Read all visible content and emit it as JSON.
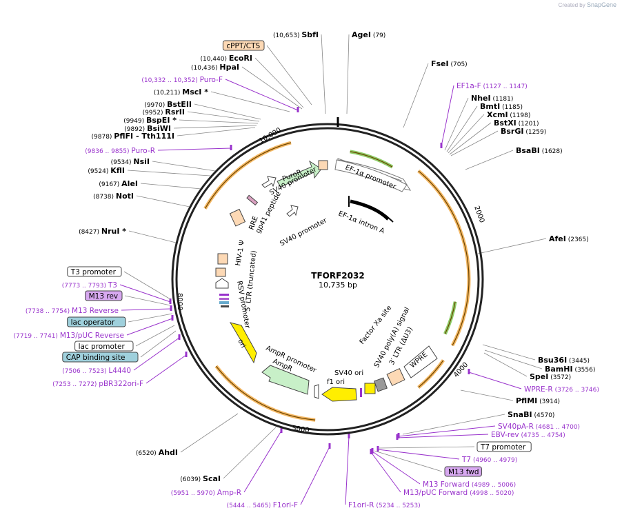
{
  "credit": {
    "prefix": "Created by",
    "brand": "SnapGene"
  },
  "plasmid": {
    "name": "TFORF2032",
    "size": "10,735 bp"
  },
  "ticks": [
    "2000",
    "4000",
    "5000",
    "8000",
    "10,000"
  ],
  "sites": [
    {
      "name": "SbfI",
      "pos": "(10,653)",
      "kind": "enzyme",
      "side": "L"
    },
    {
      "name": "AgeI",
      "pos": "(79)",
      "kind": "enzyme",
      "side": "R"
    },
    {
      "name": "FseI",
      "pos": "(705)",
      "kind": "enzyme",
      "side": "R"
    },
    {
      "name": "EF1a-F",
      "pos": "(1127 .. 1147)",
      "kind": "primer",
      "side": "R"
    },
    {
      "name": "NheI",
      "pos": "(1181)",
      "kind": "enzyme",
      "side": "R"
    },
    {
      "name": "BmtI",
      "pos": "(1185)",
      "kind": "enzyme",
      "side": "R"
    },
    {
      "name": "XcmI",
      "pos": "(1198)",
      "kind": "enzyme",
      "side": "R"
    },
    {
      "name": "BstXI",
      "pos": "(1201)",
      "kind": "enzyme",
      "side": "R"
    },
    {
      "name": "BsrGI",
      "pos": "(1259)",
      "kind": "enzyme",
      "side": "R"
    },
    {
      "name": "BsaBI",
      "pos": "(1628)",
      "kind": "enzyme",
      "side": "R"
    },
    {
      "name": "AfeI",
      "pos": "(2365)",
      "kind": "enzyme",
      "side": "R"
    },
    {
      "name": "Bsu36I",
      "pos": "(3445)",
      "kind": "enzyme",
      "side": "R"
    },
    {
      "name": "BamHI",
      "pos": "(3556)",
      "kind": "enzyme",
      "side": "R"
    },
    {
      "name": "SpeI",
      "pos": "(3572)",
      "kind": "enzyme",
      "side": "R"
    },
    {
      "name": "WPRE-R",
      "pos": "(3726 .. 3746)",
      "kind": "primer",
      "side": "R"
    },
    {
      "name": "PflMI",
      "pos": "(3914)",
      "kind": "enzyme",
      "side": "R"
    },
    {
      "name": "SnaBI",
      "pos": "(4570)",
      "kind": "enzyme",
      "side": "R"
    },
    {
      "name": "SV40pA-R",
      "pos": "(4681 .. 4700)",
      "kind": "primer",
      "side": "R"
    },
    {
      "name": "EBV-rev",
      "pos": "(4735 .. 4754)",
      "kind": "primer",
      "side": "R"
    },
    {
      "name": "T7 promoter",
      "pos": "",
      "kind": "feature-white",
      "side": "R"
    },
    {
      "name": "T7",
      "pos": "(4960 .. 4979)",
      "kind": "primer",
      "side": "R"
    },
    {
      "name": "M13 fwd",
      "pos": "",
      "kind": "feature-purple",
      "side": "R"
    },
    {
      "name": "M13 Forward",
      "pos": "(4989 .. 5006)",
      "kind": "primer",
      "side": "R"
    },
    {
      "name": "M13/pUC Forward",
      "pos": "(4998 .. 5020)",
      "kind": "primer",
      "side": "R"
    },
    {
      "name": "F1ori-R",
      "pos": "(5234 .. 5253)",
      "kind": "primer",
      "side": "R"
    },
    {
      "name": "F1ori-F",
      "pos": "(5444 .. 5465)",
      "kind": "primer",
      "side": "L"
    },
    {
      "name": "Amp-R",
      "pos": "(5951 .. 5970)",
      "kind": "primer",
      "side": "L"
    },
    {
      "name": "ScaI",
      "pos": "(6039)",
      "kind": "enzyme",
      "side": "L"
    },
    {
      "name": "AhdI",
      "pos": "(6520)",
      "kind": "enzyme",
      "side": "L"
    },
    {
      "name": "pBR322ori-F",
      "pos": "(7253 .. 7272)",
      "kind": "primer",
      "side": "L"
    },
    {
      "name": "L4440",
      "pos": "(7506 .. 7523)",
      "kind": "primer",
      "side": "L"
    },
    {
      "name": "CAP binding site",
      "pos": "",
      "kind": "feature-blue",
      "side": "L"
    },
    {
      "name": "lac promoter",
      "pos": "",
      "kind": "feature-white",
      "side": "L"
    },
    {
      "name": "M13/pUC Reverse",
      "pos": "(7719 .. 7741)",
      "kind": "primer",
      "side": "L"
    },
    {
      "name": "lac operator",
      "pos": "",
      "kind": "feature-blue",
      "side": "L"
    },
    {
      "name": "M13 Reverse",
      "pos": "(7738 .. 7754)",
      "kind": "primer",
      "side": "L"
    },
    {
      "name": "M13 rev",
      "pos": "",
      "kind": "feature-purple",
      "side": "L"
    },
    {
      "name": "T3",
      "pos": "(7773 .. 7793)",
      "kind": "primer",
      "side": "L"
    },
    {
      "name": "T3 promoter",
      "pos": "",
      "kind": "feature-white",
      "side": "L"
    },
    {
      "name": "NruI *",
      "pos": "(8427)",
      "kind": "enzyme",
      "side": "L"
    },
    {
      "name": "NotI",
      "pos": "(8738)",
      "kind": "enzyme",
      "side": "L"
    },
    {
      "name": "AleI",
      "pos": "(9167)",
      "kind": "enzyme",
      "side": "L"
    },
    {
      "name": "KflI",
      "pos": "(9524)",
      "kind": "enzyme",
      "side": "L"
    },
    {
      "name": "NsiI",
      "pos": "(9534)",
      "kind": "enzyme",
      "side": "L"
    },
    {
      "name": "Puro-R",
      "pos": "(9836 .. 9855)",
      "kind": "primer",
      "side": "L"
    },
    {
      "name": "PflFI - Tth111I",
      "pos": "(9878)",
      "kind": "enzyme",
      "side": "L"
    },
    {
      "name": "BsiWI",
      "pos": "(9892)",
      "kind": "enzyme",
      "side": "L"
    },
    {
      "name": "BspEI *",
      "pos": "(9949)",
      "kind": "enzyme",
      "side": "L"
    },
    {
      "name": "RsrII",
      "pos": "(9952)",
      "kind": "enzyme",
      "side": "L"
    },
    {
      "name": "BstEII",
      "pos": "(9970)",
      "kind": "enzyme",
      "side": "L"
    },
    {
      "name": "MscI *",
      "pos": "(10,211)",
      "kind": "enzyme",
      "side": "L"
    },
    {
      "name": "Puro-F",
      "pos": "(10,332 .. 10,352)",
      "kind": "primer",
      "side": "L"
    },
    {
      "name": "HpaI",
      "pos": "(10,436)",
      "kind": "enzyme",
      "side": "L"
    },
    {
      "name": "EcoRI",
      "pos": "(10,440)",
      "kind": "enzyme",
      "side": "L"
    },
    {
      "name": "cPPT/CTS",
      "pos": "",
      "kind": "feature-orange",
      "side": "L"
    }
  ],
  "inner_labels": {
    "ef1a_promoter": "EF-1α promoter",
    "ef1a_intron": "EF-1α intron A",
    "sv40_promoter_a": "SV40 promoter",
    "sv40_promoter_b": "SV40 promoter",
    "puror": "PuroR",
    "rre": "RRE",
    "gp41": "gp41 peptide",
    "hiv": "HIV-1 Ψ",
    "ltr5": "5′ LTR (truncated)",
    "rsv": "RSV promoter",
    "ori": "ori",
    "ampr": "AmpR",
    "ampr_promoter": "AmpR promoter",
    "f1ori": "f1 ori",
    "sv40ori": "SV40 ori",
    "sv40pa": "SV40 poly(A) signal",
    "ltr3": "3′ LTR (ΔU3)",
    "wpre": "WPRE",
    "factorxa": "Factor Xa site"
  },
  "colors": {
    "enzyme": "#000000",
    "primer": "#9933cc",
    "orange_arc": "#f0a030",
    "green_arc": "#66bb33",
    "ring": "#222222"
  }
}
